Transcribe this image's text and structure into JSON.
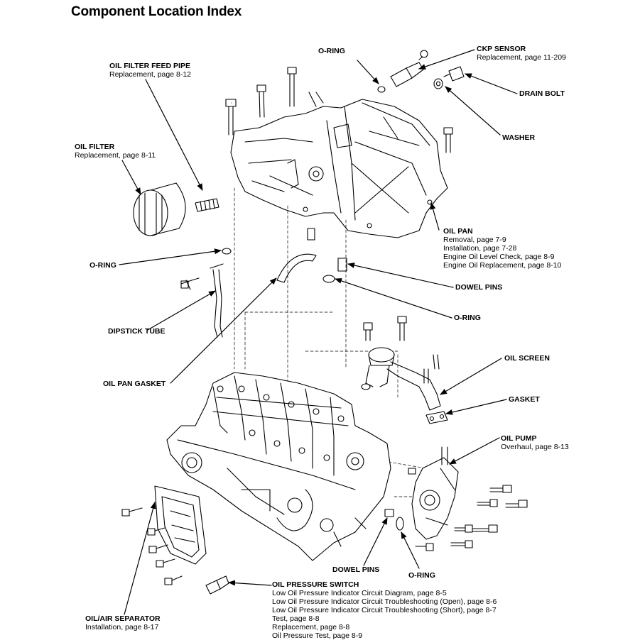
{
  "title": "Component Location Index",
  "labels": {
    "o_ring_top": {
      "heading": "O-RING"
    },
    "ckp_sensor": {
      "heading": "CKP SENSOR",
      "details": [
        "Replacement, page 11-209"
      ]
    },
    "oil_filter_feed_pipe": {
      "heading": "OIL FILTER FEED PIPE",
      "details": [
        "Replacement, page 8-12"
      ]
    },
    "drain_bolt": {
      "heading": "DRAIN BOLT"
    },
    "washer": {
      "heading": "WASHER"
    },
    "oil_filter": {
      "heading": "OIL FILTER",
      "details": [
        "Replacement, page 8-11"
      ]
    },
    "oil_pan": {
      "heading": "OIL PAN",
      "details": [
        "Removal, page 7-9",
        "Installation, page 7-28",
        "Engine Oil Level Check, page 8-9",
        "Engine Oil Replacement, page 8-10"
      ]
    },
    "o_ring_left": {
      "heading": "O-RING"
    },
    "dowel_pins_top": {
      "heading": "DOWEL PINS"
    },
    "o_ring_mid": {
      "heading": "O-RING"
    },
    "dipstick_tube": {
      "heading": "DIPSTICK TUBE"
    },
    "oil_screen": {
      "heading": "OIL SCREEN"
    },
    "oil_pan_gasket": {
      "heading": "OIL PAN GASKET"
    },
    "gasket": {
      "heading": "GASKET"
    },
    "oil_pump": {
      "heading": "OIL PUMP",
      "details": [
        "Overhaul, page 8-13"
      ]
    },
    "dowel_pins_bottom": {
      "heading": "DOWEL PINS"
    },
    "o_ring_bottom": {
      "heading": "O-RING"
    },
    "oil_pressure_switch": {
      "heading": "OIL PRESSURE SWITCH",
      "details": [
        "Low Oil Pressure Indicator Circuit Diagram, page 8-5",
        "Low Oil Pressure Indicator Circuit Troubleshooting (Open), page 8-6",
        "Low Oil Pressure Indicator Circuit Troubleshooting (Short), page 8-7",
        "Test, page 8-8",
        "Replacement, page 8-8",
        "Oil Pressure Test, page 8-9"
      ]
    },
    "oil_air_separator": {
      "heading": "OIL/AIR SEPARATOR",
      "details": [
        "Installation, page 8-17"
      ]
    }
  }
}
